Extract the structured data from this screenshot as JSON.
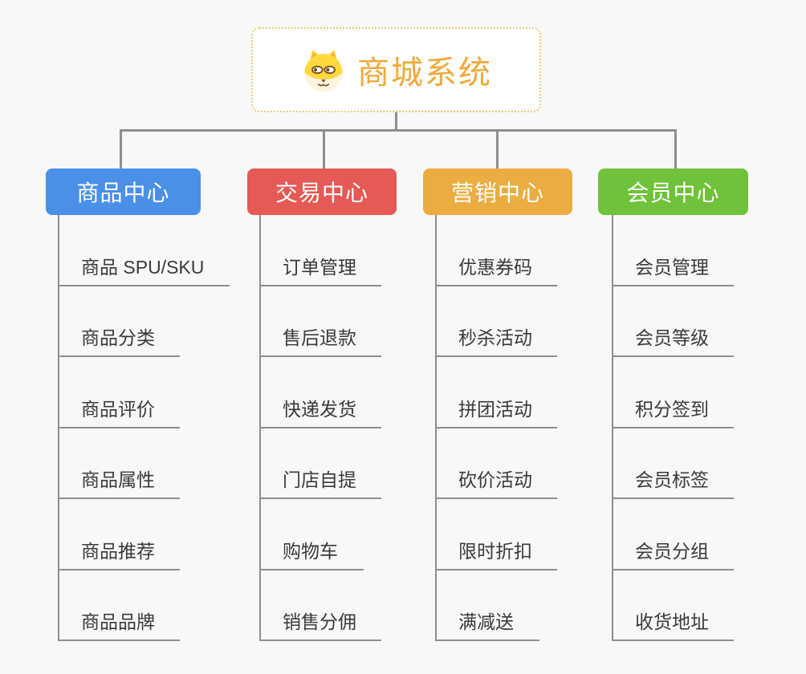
{
  "root": {
    "title": "商城系统",
    "icon": "dog-icon",
    "title_color": "#EFA93C",
    "border_color": "#F6C76F"
  },
  "connector_color": "#8E8E8E",
  "branches": [
    {
      "label": "商品中心",
      "color": "#4A90E8",
      "items": [
        "商品 SPU/SKU",
        "商品分类",
        "商品评价",
        "商品属性",
        "商品推荐",
        "商品品牌"
      ]
    },
    {
      "label": "交易中心",
      "color": "#E55A55",
      "items": [
        "订单管理",
        "售后退款",
        "快递发货",
        "门店自提",
        "购物车",
        "销售分佣"
      ]
    },
    {
      "label": "营销中心",
      "color": "#EBAD41",
      "items": [
        "优惠券码",
        "秒杀活动",
        "拼团活动",
        "砍价活动",
        "限时折扣",
        "满减送"
      ]
    },
    {
      "label": "会员中心",
      "color": "#6FC239",
      "items": [
        "会员管理",
        "会员等级",
        "积分签到",
        "会员标签",
        "会员分组",
        "收货地址"
      ]
    }
  ]
}
